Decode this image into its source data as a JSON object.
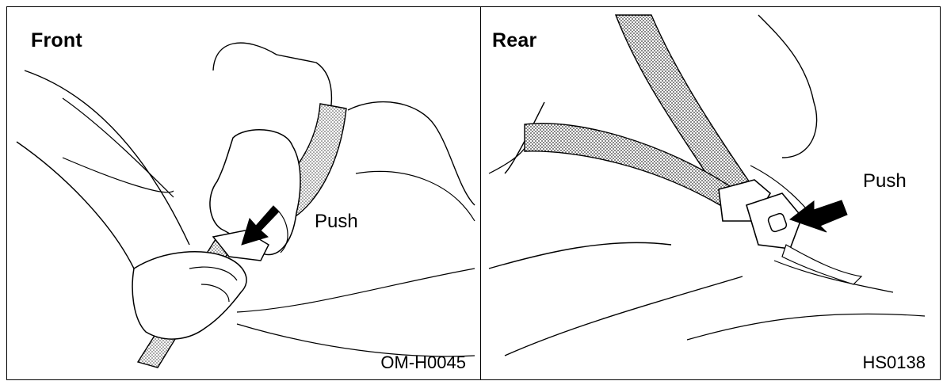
{
  "panels": [
    {
      "title": "Front",
      "action_label": "Push",
      "figure_code": "OM-H0045"
    },
    {
      "title": "Rear",
      "action_label": "Push",
      "figure_code": "HS0138"
    }
  ]
}
